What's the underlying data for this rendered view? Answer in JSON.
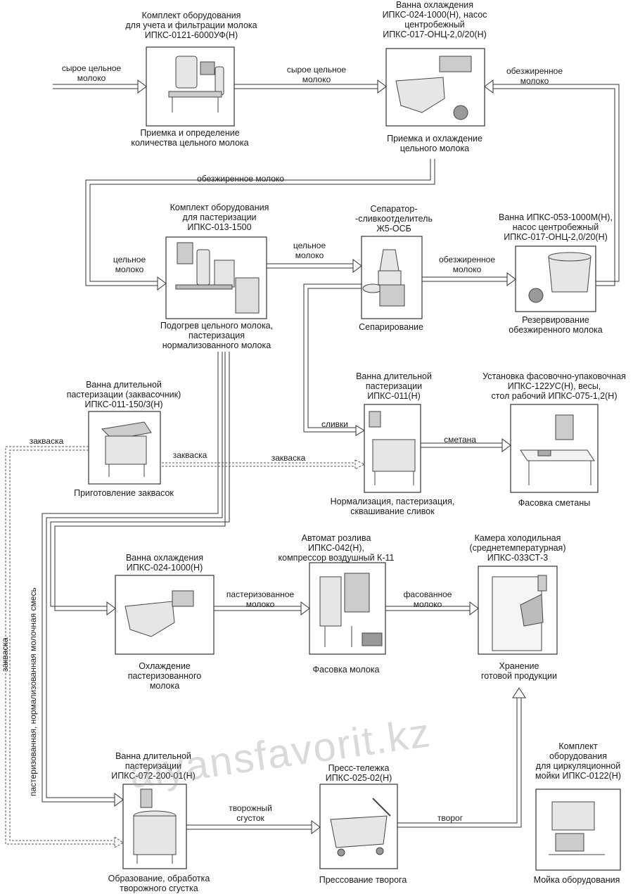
{
  "watermark": "aiyansfavorit.kz",
  "nodes": {
    "reception": {
      "equipment": [
        "Комплект оборудования",
        "для учета и фильтрации молока",
        "ИПКС-0121-6000УФ(Н)"
      ],
      "process": [
        "Приемка и определение",
        "количества цельного молока"
      ]
    },
    "cooling_bath_pump": {
      "equipment": [
        "Ванна охлаждения",
        "ИПКС-024-1000(Н), насос",
        "центробежный",
        "ИПКС-017-ОНЦ-2,0/20(Н)"
      ],
      "process": [
        "Приемка и охлаждение",
        "цельного молока"
      ]
    },
    "pasteurization_set": {
      "equipment": [
        "Комплект оборудования",
        "для пастеризации",
        "ИПКС-013-1500"
      ],
      "process": [
        "Подогрев  цельного молока,",
        "пастеризация",
        "нормализованного молока"
      ]
    },
    "separator": {
      "equipment": [
        "Сепаратор-",
        "-сливкоотделитель",
        "Ж5-ОСБ"
      ],
      "process": [
        "Сепарирование"
      ]
    },
    "reserve_bath": {
      "equipment": [
        "Ванна ИПКС-053-1000М(Н),",
        "насос центробежный",
        "ИПКС-017-ОНЦ-2,0/20(Н)"
      ],
      "process": [
        "Резервирование",
        "обезжиренного молока"
      ]
    },
    "starter_bath": {
      "equipment": [
        "Ванна длительной",
        "пастеризации (заквасочник)",
        "ИПКС-011-150/3(Н)"
      ],
      "process": [
        "Приготовление заквасок"
      ]
    },
    "cream_bath": {
      "equipment": [
        "Ванна длительной",
        "пастеризации",
        "ИПКС-011(Н)"
      ],
      "process": [
        "Нормализация, пастеризация,",
        "сквашивание сливок"
      ]
    },
    "sour_cream_packing": {
      "equipment": [
        "Установка фасовочно-упаковочная",
        "ИПКС-122УС(Н), весы,",
        "стол рабочий ИПКС-075-1,2(Н)"
      ],
      "process": [
        "Фасовка  сметаны"
      ]
    },
    "cooling_bath2": {
      "equipment": [
        "Ванна охлаждения",
        "ИПКС-024-1000(Н)"
      ],
      "process": [
        "Охлаждение",
        "пастеризованного",
        "молока"
      ]
    },
    "filling_machine": {
      "equipment": [
        "Автомат розлива",
        "ИПКС-042(Н),",
        "компрессор воздушный К-11"
      ],
      "process": [
        "Фасовка молока"
      ]
    },
    "cold_room": {
      "equipment": [
        "Камера холодильная",
        "(среднетемпературная)",
        "ИПКС-033СТ-3"
      ],
      "process": [
        "Хранение",
        "готовой продукции"
      ]
    },
    "curd_bath": {
      "equipment": [
        "Ванна длительной",
        "пастеризации",
        "ИПКС-072-200-01(Н)"
      ],
      "process": [
        "Образование, обработка",
        "творожного сгустка"
      ]
    },
    "press_cart": {
      "equipment": [
        "Пресс-тележка",
        "ИПКС-025-02(Н)"
      ],
      "process": [
        "Прессование  творога"
      ]
    },
    "cip": {
      "equipment": [
        "Комплект",
        "оборудования",
        "для циркуляционной",
        "мойки ИПКС-0122(Н)"
      ],
      "process": [
        "Мойка оборудования"
      ]
    }
  },
  "flows": {
    "raw_in": [
      "сырое цельное",
      "молоко"
    ],
    "raw_to_cooling": [
      "сырое цельное",
      "молоко"
    ],
    "skim_return": [
      "обезжиренное",
      "молоко"
    ],
    "skim_to_pasteur": [
      "обезжиренное молоко"
    ],
    "whole_in": [
      "цельное",
      "молоко"
    ],
    "whole_to_separator": [
      "цельное",
      "молоко"
    ],
    "skim_to_reserve": [
      "обезжиренное",
      "молоко"
    ],
    "cream": [
      "сливки"
    ],
    "sour_cream": [
      "сметана"
    ],
    "starter_left": [
      "закваска"
    ],
    "starter_right": [
      "закваска"
    ],
    "starter_right2": [
      "закваска"
    ],
    "starter_vertical": "закваска",
    "mix_vertical": "пастеризованная, нормализованная  молочная  смесь",
    "pasteurized_milk": [
      "пастеризованное",
      "молоко"
    ],
    "packed_milk": [
      "фасованное",
      "молоко"
    ],
    "curd": [
      "творожный",
      "сгусток"
    ],
    "tvorog": [
      "творог"
    ]
  }
}
